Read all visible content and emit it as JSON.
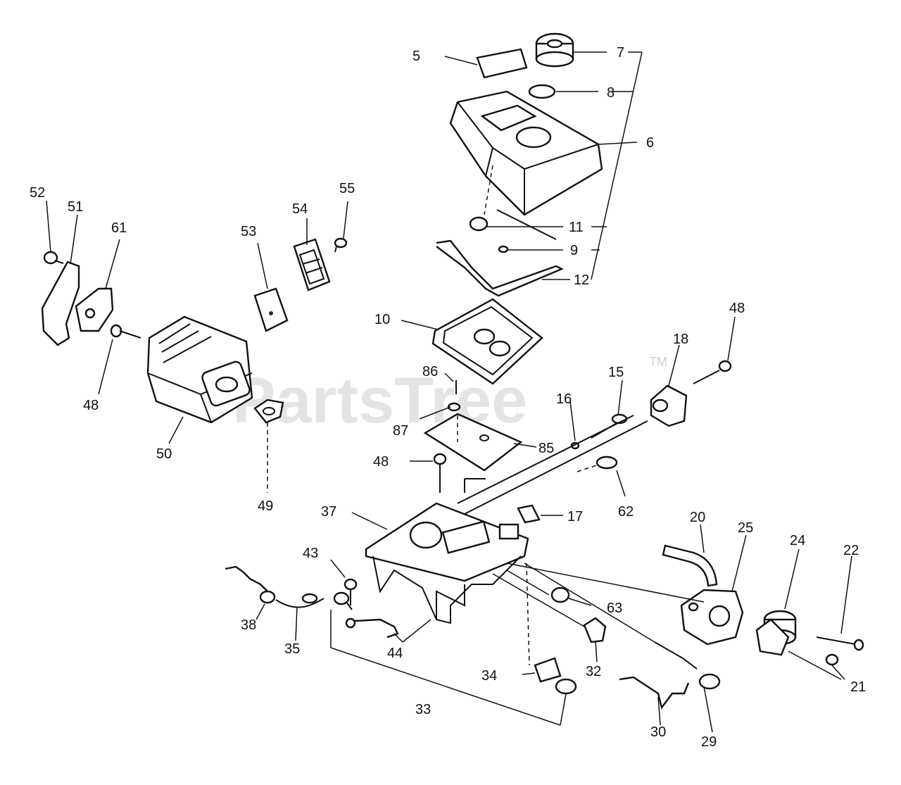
{
  "watermark": {
    "text": "PartsTree",
    "trademark": "TM"
  },
  "callouts": {
    "c5": "5",
    "c7": "7",
    "c8": "8",
    "c6": "6",
    "c11": "11",
    "c9": "9",
    "c12": "12",
    "c10": "10",
    "c52": "52",
    "c51": "51",
    "c61": "61",
    "c53": "53",
    "c54": "54",
    "c55": "55",
    "c48a": "48",
    "c50": "50",
    "c49": "49",
    "c86": "86",
    "c87": "87",
    "c85": "85",
    "c48b": "48",
    "c15": "15",
    "c16": "16",
    "c18": "18",
    "c48c": "48",
    "c62": "62",
    "c37": "37",
    "c17": "17",
    "c20": "20",
    "c25": "25",
    "c24": "24",
    "c22": "22",
    "c43": "43",
    "c63": "63",
    "c38": "38",
    "c35": "35",
    "c44": "44",
    "c32": "32",
    "c34": "34",
    "c33": "33",
    "c30": "30",
    "c29": "29",
    "c21": "21"
  }
}
